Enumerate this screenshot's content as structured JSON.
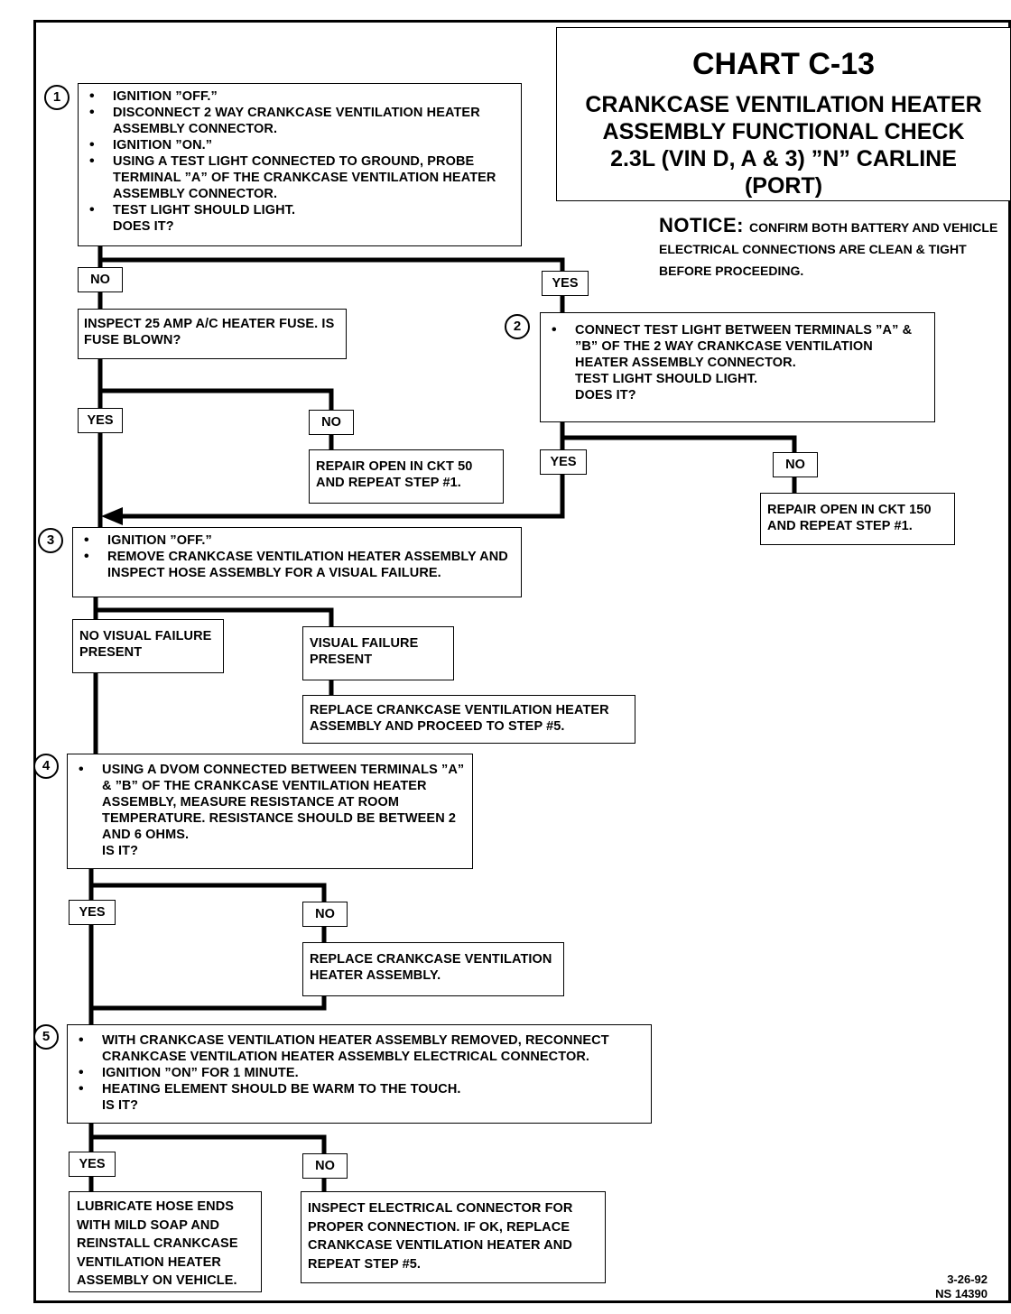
{
  "title": {
    "chart_id": "CHART C-13",
    "subtitle_lines": [
      "CRANKCASE VENTILATION HEATER",
      "ASSEMBLY FUNCTIONAL CHECK",
      "2.3L (VIN D, A & 3) ”N” CARLINE",
      "(PORT)"
    ]
  },
  "notice": {
    "heading": "NOTICE:",
    "text": "CONFIRM BOTH BATTERY AND VEHICLE ELECTRICAL CONNECTIONS ARE CLEAN & TIGHT BEFORE PROCEEDING."
  },
  "steps": {
    "s1": {
      "number": "1",
      "bullets": [
        "IGNITION ”OFF.”",
        "DISCONNECT 2 WAY CRANKCASE VENTILATION HEATER ASSEMBLY CONNECTOR.",
        "IGNITION ”ON.”",
        "USING A TEST LIGHT CONNECTED TO GROUND, PROBE TERMINAL ”A” OF THE CRANKCASE VENTILATION HEATER ASSEMBLY CONNECTOR.",
        "TEST LIGHT SHOULD LIGHT."
      ],
      "question": "DOES IT?"
    },
    "s2": {
      "number": "2",
      "bullets": [
        "CONNECT TEST LIGHT BETWEEN TERMINALS ”A” & ”B” OF THE 2 WAY CRANKCASE VENTILATION HEATER ASSEMBLY CONNECTOR."
      ],
      "extra": "TEST LIGHT SHOULD LIGHT.",
      "question": "DOES IT?"
    },
    "s3": {
      "number": "3",
      "bullets": [
        "IGNITION ”OFF.”",
        "REMOVE CRANKCASE VENTILATION HEATER ASSEMBLY AND INSPECT HOSE ASSEMBLY FOR A VISUAL FAILURE."
      ]
    },
    "s4": {
      "number": "4",
      "bullets": [
        "USING A DVOM CONNECTED BETWEEN TERMINALS ”A” & ”B” OF THE CRANKCASE VENTILATION HEATER ASSEMBLY, MEASURE RESISTANCE AT ROOM TEMPERATURE. RESISTANCE SHOULD BE BETWEEN 2 AND 6 OHMS."
      ],
      "question": "IS IT?"
    },
    "s5": {
      "number": "5",
      "bullets": [
        "WITH CRANKCASE VENTILATION HEATER ASSEMBLY REMOVED, RECONNECT CRANKCASE VENTILATION HEATER ASSEMBLY ELECTRICAL CONNECTOR.",
        "IGNITION ”ON” FOR 1 MINUTE.",
        "HEATING ELEMENT SHOULD BE WARM TO THE TOUCH."
      ],
      "question": "IS IT?"
    }
  },
  "labels": {
    "s1_no": "NO",
    "s1_yes": "YES",
    "fuse_yes": "YES",
    "fuse_no": "NO",
    "s2_yes": "YES",
    "s2_no": "NO",
    "s4_yes": "YES",
    "s4_no": "NO",
    "s5_yes": "YES",
    "s5_no": "NO"
  },
  "actions": {
    "inspect_fuse": "INSPECT 25 AMP A/C HEATER FUSE. IS FUSE BLOWN?",
    "repair_ckt50": "REPAIR OPEN IN CKT 50 AND REPEAT STEP #1.",
    "repair_ckt150": "REPAIR OPEN IN CKT 150 AND REPEAT STEP #1.",
    "no_visual_failure": "NO VISUAL FAILURE PRESENT",
    "visual_failure": "VISUAL FAILURE PRESENT",
    "replace_proceed": "REPLACE CRANKCASE VENTILATION HEATER ASSEMBLY AND PROCEED TO STEP #5.",
    "replace_heater": "REPLACE CRANKCASE VENTILATION HEATER ASSEMBLY.",
    "lubricate": "LUBRICATE HOSE ENDS WITH MILD SOAP AND REINSTALL CRANKCASE VENTILATION HEATER ASSEMBLY ON VEHICLE.",
    "inspect_connector": "INSPECT ELECTRICAL CONNECTOR FOR PROPER CONNECTION. IF OK, REPLACE CRANKCASE VENTILATION HEATER AND REPEAT STEP #5."
  },
  "footer": {
    "date": "3-26-92",
    "code": "NS 14390"
  }
}
